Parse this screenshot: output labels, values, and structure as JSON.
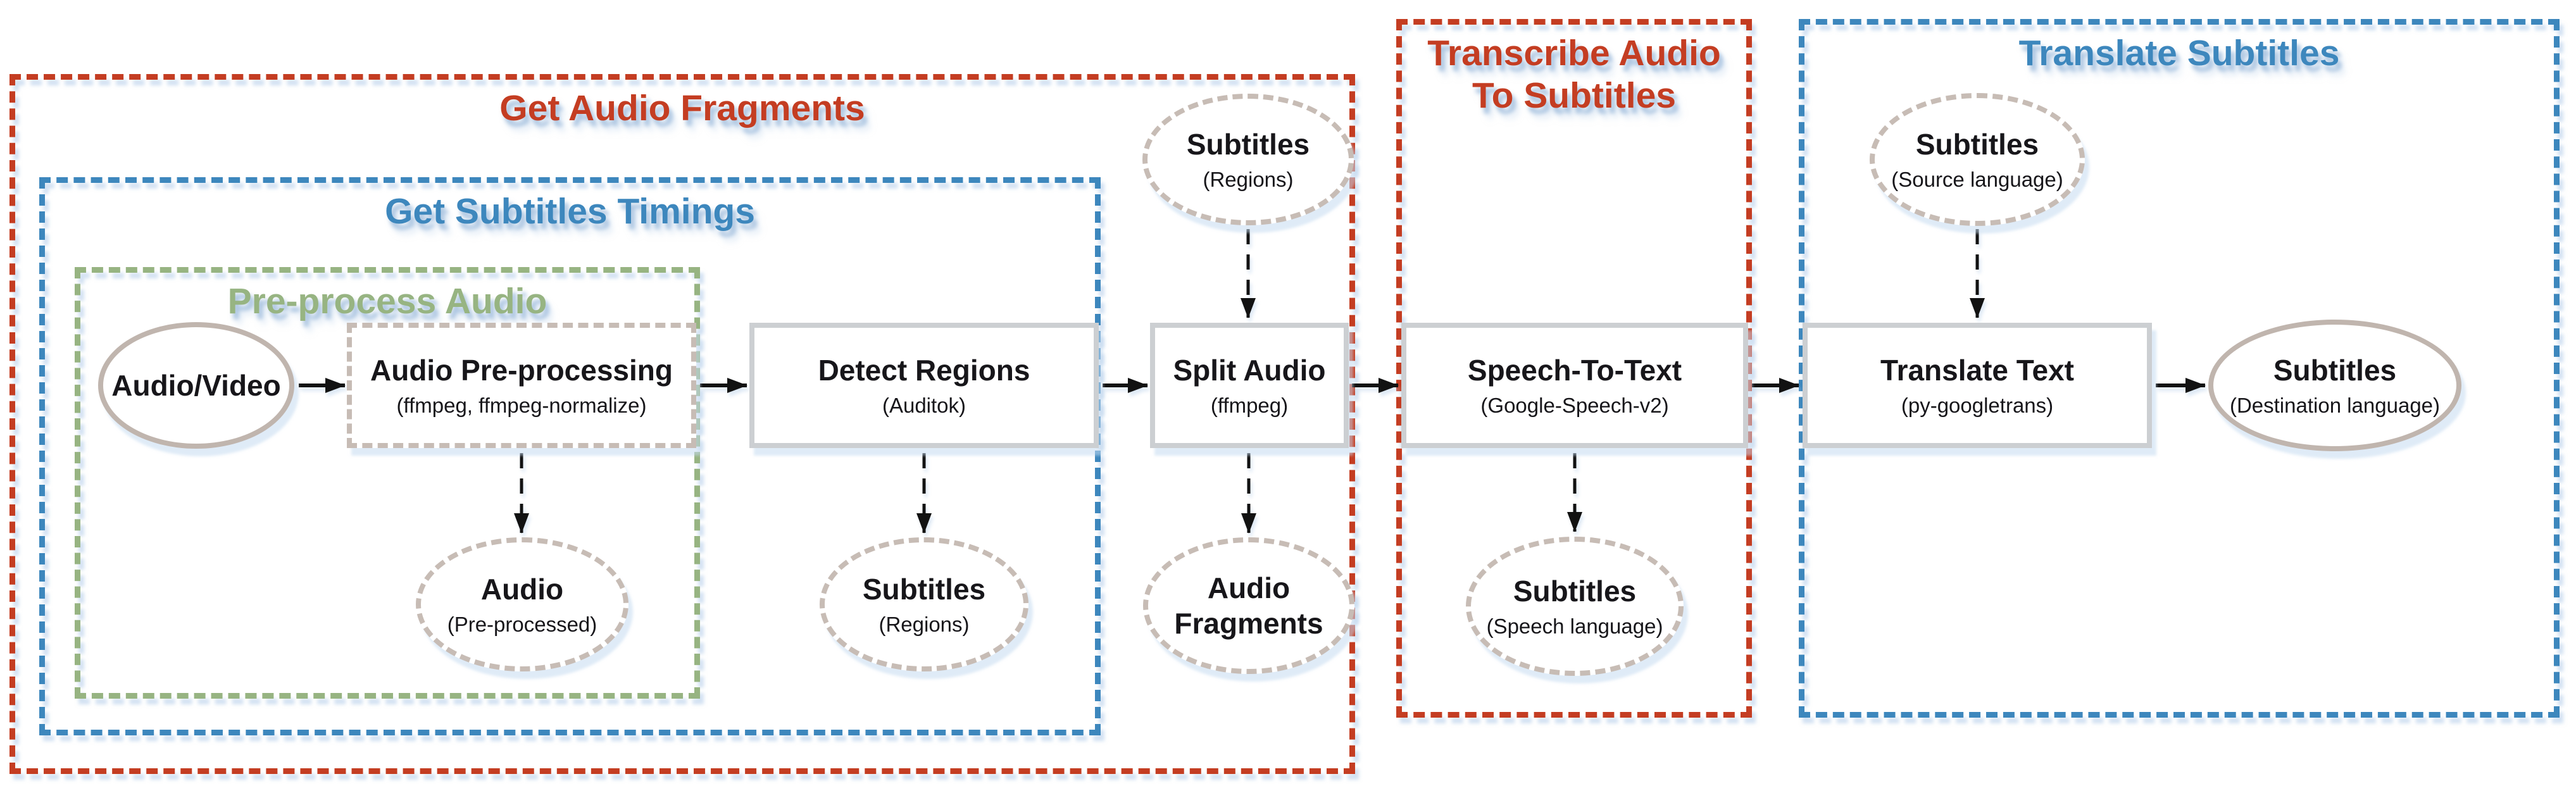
{
  "groups": {
    "get_audio_fragments": {
      "title": "Get Audio Fragments"
    },
    "get_subtitles_timings": {
      "title": "Get Subtitles Timings"
    },
    "pre_process_audio": {
      "title": "Pre-process Audio"
    },
    "transcribe_audio_to_subtitles": {
      "title": "Transcribe Audio\nTo Subtitles"
    },
    "translate_subtitles": {
      "title": "Translate Subtitles"
    }
  },
  "nodes": {
    "audio_video": {
      "label": "Audio/Video"
    },
    "audio_preprocessing": {
      "label": "Audio Pre-processing",
      "sublabel": "(ffmpeg, ffmpeg-normalize)"
    },
    "detect_regions": {
      "label": "Detect Regions",
      "sublabel": "(Auditok)"
    },
    "split_audio": {
      "label": "Split Audio",
      "sublabel": "(ffmpeg)"
    },
    "speech_to_text": {
      "label": "Speech-To-Text",
      "sublabel": "(Google-Speech-v2)"
    },
    "translate_text": {
      "label": "Translate Text",
      "sublabel": "(py-googletrans)"
    },
    "subtitles_regions_top": {
      "label": "Subtitles",
      "sublabel": "(Regions)"
    },
    "audio_preprocessed": {
      "label": "Audio",
      "sublabel": "(Pre-processed)"
    },
    "subtitles_regions_bottom": {
      "label": "Subtitles",
      "sublabel": "(Regions)"
    },
    "audio_fragments": {
      "label": "Audio Fragments"
    },
    "subtitles_speech": {
      "label": "Subtitles",
      "sublabel": "(Speech language)"
    },
    "subtitles_source": {
      "label": "Subtitles",
      "sublabel": "(Source language)"
    },
    "subtitles_destination": {
      "label": "Subtitles",
      "sublabel": "(Destination language)"
    }
  },
  "colors": {
    "group_red": "#c43d22",
    "group_blue": "#3d87bd",
    "group_green": "#97b482",
    "rect_border": "#cccfd2",
    "ellipse_border": "#c0b5ae",
    "dashed_shape_border": "#c7bcb5",
    "arrow": "#121212",
    "text": "#17161a",
    "shadow_tint": "#dbe8f6"
  }
}
